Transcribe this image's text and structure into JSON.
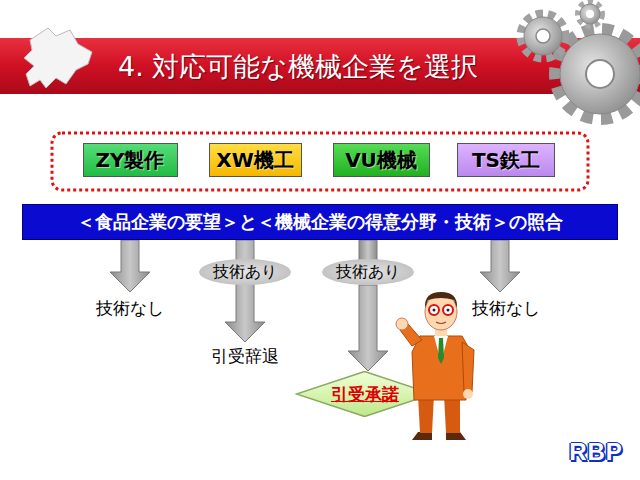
{
  "diagram": {
    "title": "4. 対応可能な機械企業を選択",
    "nodes": [
      {
        "text": [
          "ZY製作"
        ]
      },
      {
        "text": [
          "XW機工"
        ]
      },
      {
        "text": [
          "VU機械"
        ]
      },
      {
        "text": [
          "TS鉄工"
        ]
      },
      {
        "text": [
          "＜食品企業の要望＞と＜機械企業の得意分野・技術＞の照合"
        ]
      },
      {
        "text": [
          "技術あり"
        ]
      },
      {
        "text": [
          "技術あり"
        ]
      },
      {
        "text": [
          "引受承諾"
        ]
      }
    ],
    "edges": [
      {
        "from": 6,
        "to": 7,
        "arrow": "to"
      }
    ],
    "labels": [
      "技術なし",
      "引受辞退",
      "技術なし",
      "RBP"
    ]
  }
}
